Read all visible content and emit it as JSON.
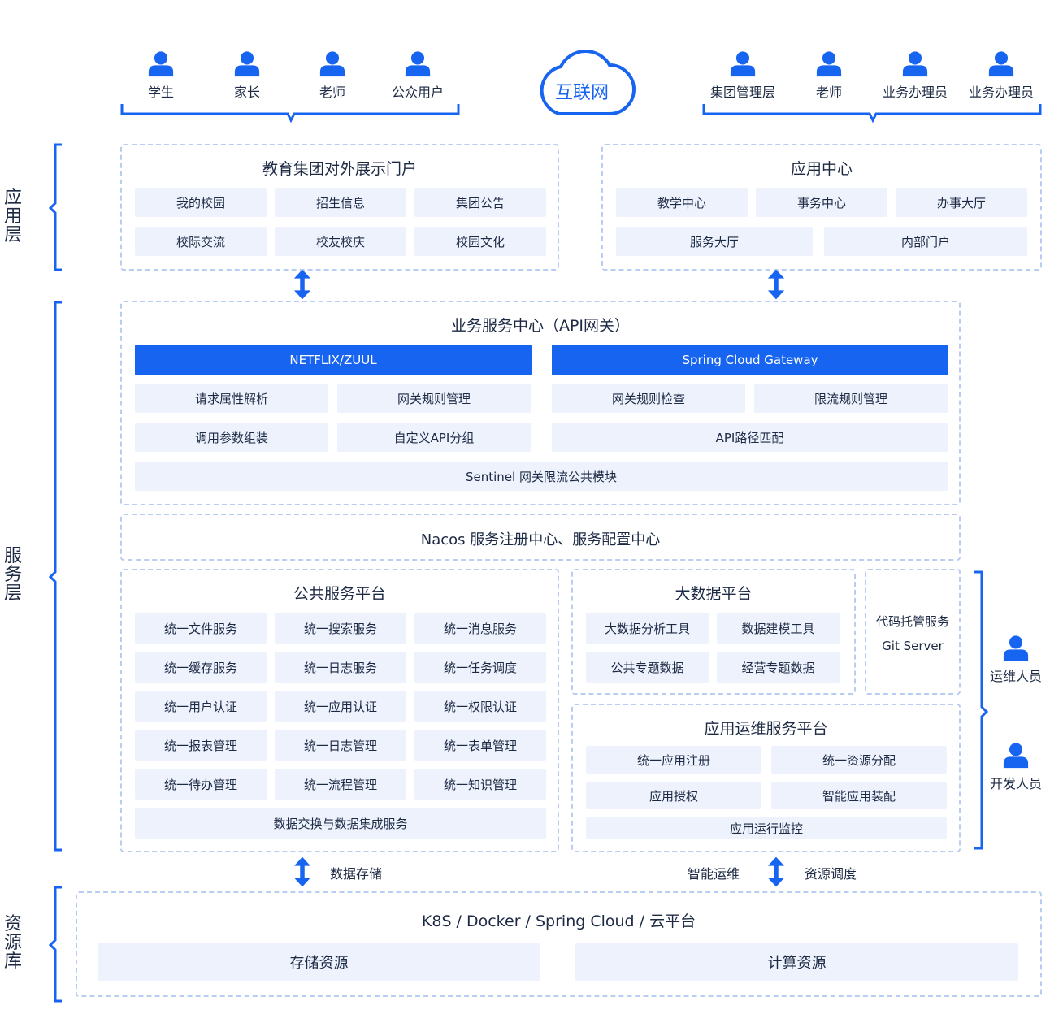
{
  "colors": {
    "accent": "#1764f0",
    "cell_bg": "#edf2fd",
    "dashed_border": "#b9cdf3",
    "text": "#1d2a44"
  },
  "top": {
    "left_users": [
      "学生",
      "家长",
      "老师",
      "公众用户"
    ],
    "internet": "互联网",
    "right_users": [
      "集团管理层",
      "老师",
      "业务办理员",
      "业务办理员"
    ]
  },
  "layers": {
    "app": "应用层",
    "service": "服务层",
    "resource": "资源库"
  },
  "portal": {
    "title": "教育集团对外展示门户",
    "items": [
      "我的校园",
      "招生信息",
      "集团公告",
      "校际交流",
      "校友校庆",
      "校园文化"
    ]
  },
  "app_center": {
    "title": "应用中心",
    "row1": [
      "教学中心",
      "事务中心",
      "办事大厅"
    ],
    "row2": [
      "服务大厅",
      "内部门户"
    ]
  },
  "gateway": {
    "title": "业务服务中心（API网关）",
    "zuul": "NETFLIX/ZUUL",
    "scg": "Spring Cloud Gateway",
    "left_items": [
      "请求属性解析",
      "网关规则管理",
      "调用参数组装",
      "自定义API分组"
    ],
    "right_items": [
      "网关规则检查",
      "限流规则管理",
      "API路径匹配"
    ],
    "sentinel": "Sentinel 网关限流公共模块"
  },
  "nacos": "Nacos 服务注册中心、服务配置中心",
  "public_platform": {
    "title": "公共服务平台",
    "items": [
      "统一文件服务",
      "统一搜索服务",
      "统一消息服务",
      "统一缓存服务",
      "统一日志服务",
      "统一任务调度",
      "统一用户认证",
      "统一应用认证",
      "统一权限认证",
      "统一报表管理",
      "统一日志管理",
      "统一表单管理",
      "统一待办管理",
      "统一流程管理",
      "统一知识管理"
    ],
    "bottom": "数据交换与数据集成服务"
  },
  "bigdata": {
    "title": "大数据平台",
    "items": [
      "大数据分析工具",
      "数据建模工具",
      "公共专题数据",
      "经营专题数据"
    ]
  },
  "code_hosting": {
    "line1": "代码托管服务",
    "line2": "Git Server"
  },
  "ops_platform": {
    "title": "应用运维服务平台",
    "items": [
      "统一应用注册",
      "统一资源分配",
      "应用授权",
      "智能应用装配"
    ],
    "bottom": "应用运行监控"
  },
  "roles": [
    "运维人员",
    "开发人员"
  ],
  "arrows": {
    "left": "数据存储",
    "right_a": "智能运维",
    "right_b": "资源调度"
  },
  "resource": {
    "title": "K8S / Docker / Spring Cloud / 云平台",
    "items": [
      "存储资源",
      "计算资源"
    ]
  }
}
